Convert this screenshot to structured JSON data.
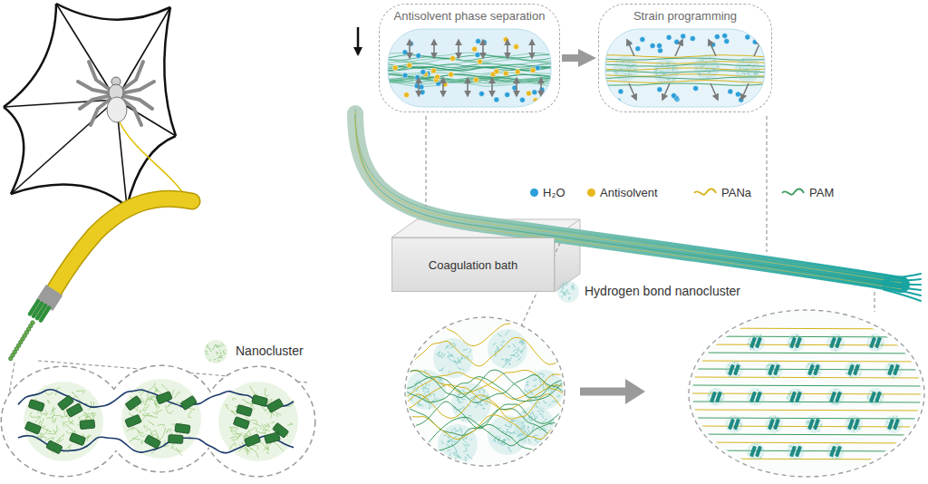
{
  "diagram": {
    "nodes": [
      {
        "text": [
          "Antisolvent phase separation"
        ]
      },
      {
        "text": [
          "Strain programming"
        ]
      },
      {
        "text": [
          "Coagulation bath"
        ]
      }
    ],
    "edges": [
      {
        "from": 0,
        "to": 1,
        "arrow": "to"
      }
    ],
    "labels": [
      "Nanocluster",
      "Hydrogen bond nanocluster"
    ],
    "legend": [
      {
        "text": "H₂O",
        "color": "#2a9fd8"
      },
      {
        "text": "Antisolvent",
        "color": "#e8b820"
      },
      {
        "text": "PANa"
      },
      {
        "text": "PAM"
      }
    ]
  }
}
